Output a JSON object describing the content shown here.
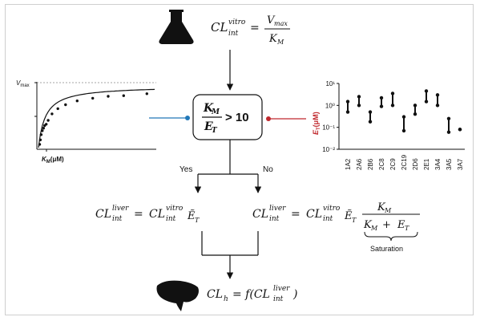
{
  "equations": {
    "top": {
      "lhs": "CL",
      "lhs_sub": "int",
      "lhs_sup": "vitro",
      "num": "V",
      "num_sub": "max",
      "den": "K",
      "den_sub": "M"
    },
    "decision": {
      "num": "K",
      "num_sub": "M",
      "den": "E",
      "den_sub": "T",
      "op": "> 10"
    },
    "yes_eq": {
      "lhs": "CL",
      "lhs_sub": "int",
      "lhs_sup": "liver",
      "rhs": "CL",
      "rhs_sub": "int",
      "rhs_sup": "vitro",
      "factor": "Ẽ",
      "factor_sub": "T"
    },
    "no_eq": {
      "lhs": "CL",
      "lhs_sub": "int",
      "lhs_sup": "liver",
      "rhs": "CL",
      "rhs_sub": "int",
      "rhs_sup": "vitro",
      "factor": "Ẽ",
      "factor_sub": "T",
      "frac_num": "K",
      "frac_num_sub": "M",
      "frac_den_a": "K",
      "frac_den_a_sub": "M",
      "frac_den_b": "E",
      "frac_den_b_sub": "T"
    },
    "bottom": {
      "lhs": "CL",
      "lhs_sub": "h",
      "rhs": "= f(CL",
      "rhs_sub": "int",
      "rhs_sup": "liver",
      "close": ")"
    }
  },
  "branches": {
    "yes": "Yes",
    "no": "No"
  },
  "saturation_label": "Saturation",
  "colors": {
    "km_blue": "#2178b8",
    "et_red": "#c0282d",
    "arrow": "#111111"
  },
  "icons": {
    "top": "flask-icon",
    "bottom": "liver-icon"
  },
  "chart_data": [
    {
      "type": "scatter",
      "ylabel": "V",
      "ylabel_sub": "max",
      "xlabel": "K",
      "xlabel_sub": "M",
      "xlabel_unit": "(μM)",
      "points": [
        [
          0.3,
          0.05
        ],
        [
          0.5,
          0.12
        ],
        [
          0.7,
          0.2
        ],
        [
          1.0,
          0.26
        ],
        [
          1.3,
          0.3
        ],
        [
          1.6,
          0.34
        ],
        [
          2.0,
          0.36
        ],
        [
          2.5,
          0.42
        ],
        [
          3.5,
          0.52
        ],
        [
          5,
          0.6
        ],
        [
          7,
          0.66
        ],
        [
          10,
          0.72
        ],
        [
          14,
          0.76
        ],
        [
          18,
          0.79
        ],
        [
          22,
          0.8
        ],
        [
          28,
          0.83
        ]
      ],
      "curve": "michaelis-menten",
      "vmax_line": 1.0,
      "grid": false
    },
    {
      "type": "range",
      "ylabel": "E",
      "ylabel_sub": "T",
      "ylabel_unit": "(μM)",
      "yscale": "log",
      "yticks": [
        "10¹",
        "10⁰",
        "10⁻¹",
        "10⁻²"
      ],
      "ylim": [
        0.01,
        10
      ],
      "categories": [
        "1A2",
        "2A6",
        "2B6",
        "2C8",
        "2C9",
        "2C19",
        "2D6",
        "2E1",
        "3A4",
        "3A5",
        "3A7"
      ],
      "low": [
        0.5,
        1.0,
        0.18,
        0.9,
        1.0,
        0.07,
        0.4,
        1.5,
        1.0,
        0.06,
        0.08
      ],
      "high": [
        1.5,
        2.5,
        0.5,
        2.2,
        3.5,
        0.3,
        1.0,
        4.5,
        3.0,
        0.25,
        0.08
      ]
    }
  ]
}
